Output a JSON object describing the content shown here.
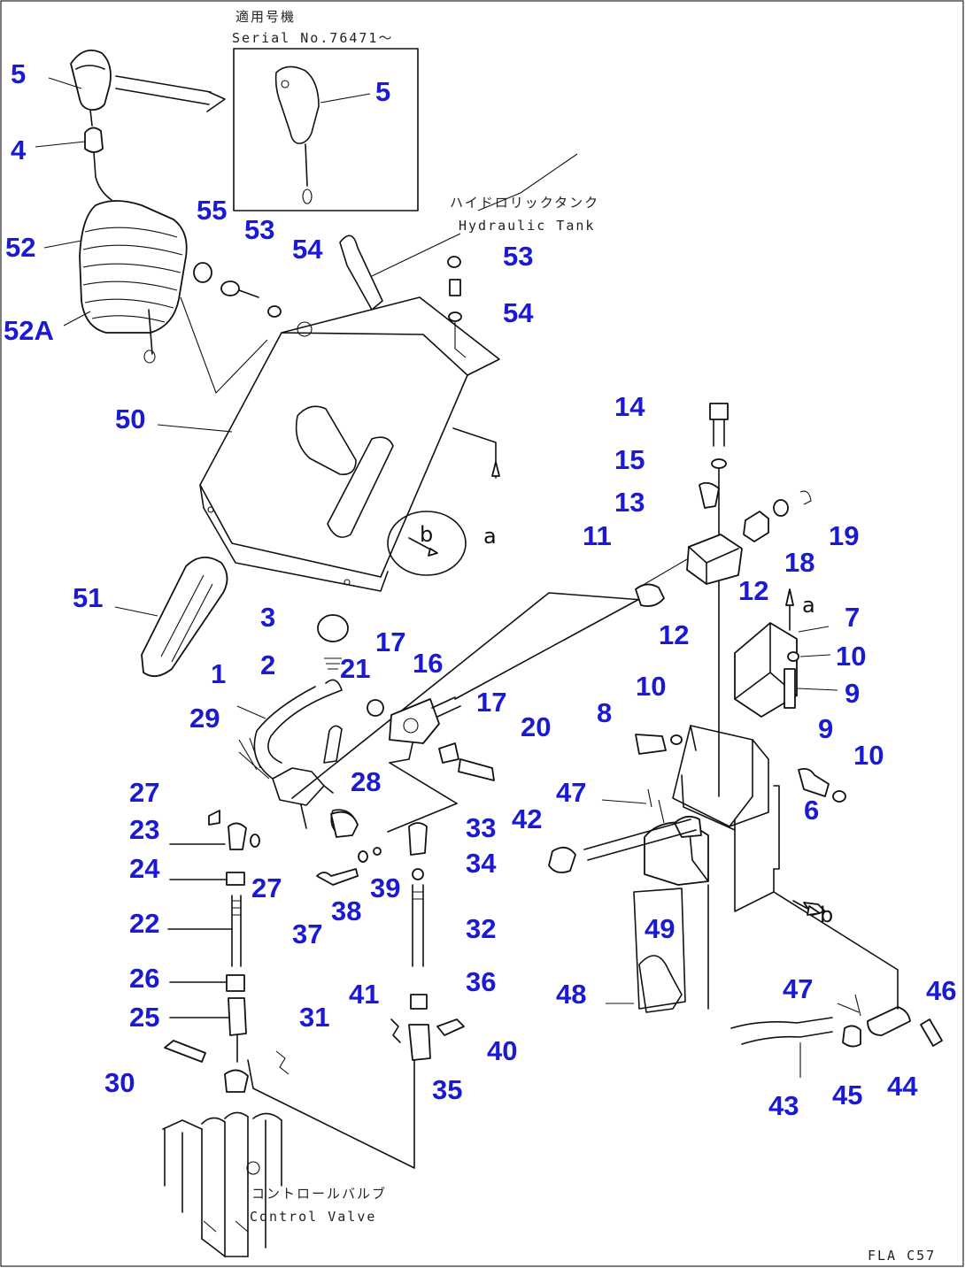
{
  "labels": {
    "inset_title": "適用号機",
    "inset_serial": "Serial No.76471～",
    "tank_jp": "ハイドロリックタンク",
    "tank_en": "Hydraulic Tank",
    "valve_jp": "コントロールバルブ",
    "valve_en": "Control Valve",
    "view_a": "a",
    "view_b": "b",
    "figure_code": "FLA C57"
  },
  "callouts": [
    {
      "id": "c5a",
      "text": "5"
    },
    {
      "id": "c4",
      "text": "4"
    },
    {
      "id": "c52",
      "text": "52"
    },
    {
      "id": "c52a",
      "text": "52A"
    },
    {
      "id": "c5b",
      "text": "5"
    },
    {
      "id": "c55",
      "text": "55"
    },
    {
      "id": "c53a",
      "text": "53"
    },
    {
      "id": "c54a",
      "text": "54"
    },
    {
      "id": "c53b",
      "text": "53"
    },
    {
      "id": "c54b",
      "text": "54"
    },
    {
      "id": "c50",
      "text": "50"
    },
    {
      "id": "c51",
      "text": "51"
    },
    {
      "id": "c14",
      "text": "14"
    },
    {
      "id": "c15",
      "text": "15"
    },
    {
      "id": "c13",
      "text": "13"
    },
    {
      "id": "c11",
      "text": "11"
    },
    {
      "id": "c12a",
      "text": "12"
    },
    {
      "id": "c18",
      "text": "18"
    },
    {
      "id": "c19",
      "text": "19"
    },
    {
      "id": "c12b",
      "text": "12"
    },
    {
      "id": "c7",
      "text": "7"
    },
    {
      "id": "c10a",
      "text": "10"
    },
    {
      "id": "c9a",
      "text": "9"
    },
    {
      "id": "c3",
      "text": "3"
    },
    {
      "id": "c2",
      "text": "2"
    },
    {
      "id": "c17a",
      "text": "17"
    },
    {
      "id": "c16",
      "text": "16"
    },
    {
      "id": "c1",
      "text": "1"
    },
    {
      "id": "c21",
      "text": "21"
    },
    {
      "id": "c29",
      "text": "29"
    },
    {
      "id": "c17b",
      "text": "17"
    },
    {
      "id": "c20",
      "text": "20"
    },
    {
      "id": "c10b",
      "text": "10"
    },
    {
      "id": "c8",
      "text": "8"
    },
    {
      "id": "c9b",
      "text": "9"
    },
    {
      "id": "c10c",
      "text": "10"
    },
    {
      "id": "c28",
      "text": "28"
    },
    {
      "id": "c27a",
      "text": "27"
    },
    {
      "id": "c23",
      "text": "23"
    },
    {
      "id": "c27b",
      "text": "27"
    },
    {
      "id": "c24",
      "text": "24"
    },
    {
      "id": "c47a",
      "text": "47"
    },
    {
      "id": "c6",
      "text": "6"
    },
    {
      "id": "c33",
      "text": "33"
    },
    {
      "id": "c42",
      "text": "42"
    },
    {
      "id": "c34",
      "text": "34"
    },
    {
      "id": "c39",
      "text": "39"
    },
    {
      "id": "c22",
      "text": "22"
    },
    {
      "id": "c37",
      "text": "37"
    },
    {
      "id": "c38",
      "text": "38"
    },
    {
      "id": "c32",
      "text": "32"
    },
    {
      "id": "c49",
      "text": "49"
    },
    {
      "id": "c26",
      "text": "26"
    },
    {
      "id": "c36",
      "text": "36"
    },
    {
      "id": "c41",
      "text": "41"
    },
    {
      "id": "c48",
      "text": "48"
    },
    {
      "id": "c47b",
      "text": "47"
    },
    {
      "id": "c46",
      "text": "46"
    },
    {
      "id": "c25",
      "text": "25"
    },
    {
      "id": "c31",
      "text": "31"
    },
    {
      "id": "c40",
      "text": "40"
    },
    {
      "id": "c30",
      "text": "30"
    },
    {
      "id": "c35",
      "text": "35"
    },
    {
      "id": "c43",
      "text": "43"
    },
    {
      "id": "c45",
      "text": "45"
    },
    {
      "id": "c44",
      "text": "44"
    }
  ]
}
